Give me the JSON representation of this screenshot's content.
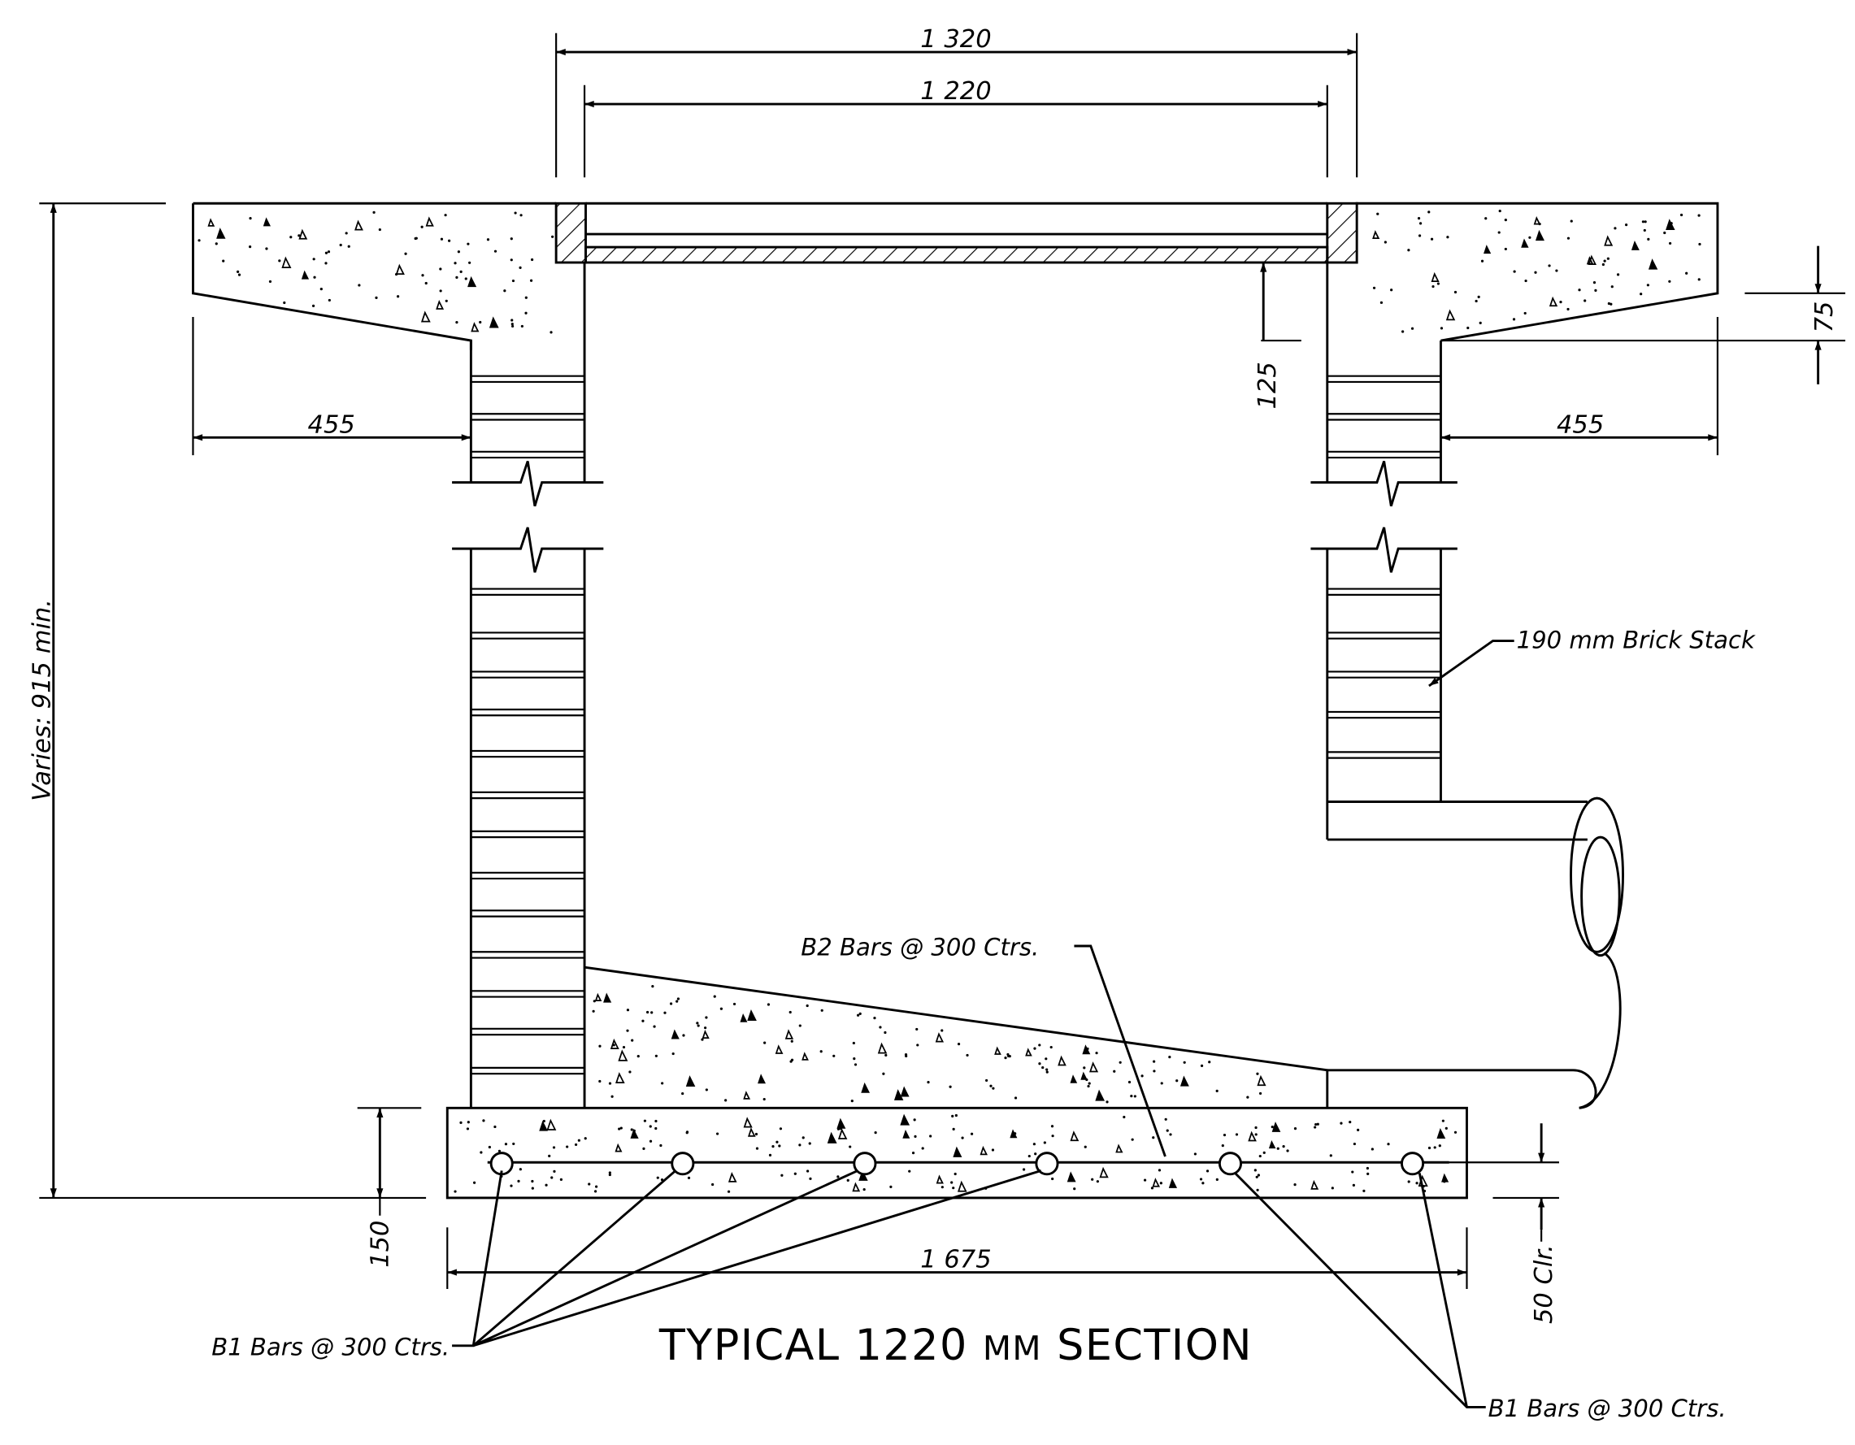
{
  "title": {
    "main": "TYPICAL 1220",
    "unit": "MM",
    "tail": "SECTION"
  },
  "dimensions": {
    "overall_frame": "1 320",
    "clear_opening": "1 220",
    "left_slab_overhang": "455",
    "right_slab_overhang": "455",
    "slab_edge_drop": "75",
    "frame_depth": "125",
    "wall_height": "Varies: 915 min.",
    "base_thickness": "150",
    "base_width": "1 675",
    "rebar_cover": "50 Clr."
  },
  "notes": {
    "brick_stack": "190 mm Brick Stack",
    "b2_bars": "B2 Bars @ 300 Ctrs.",
    "b1_bars_left": "B1 Bars @ 300 Ctrs.",
    "b1_bars_right": "B1 Bars @ 300 Ctrs."
  },
  "colors": {
    "line": "#000000",
    "background": "#ffffff"
  }
}
